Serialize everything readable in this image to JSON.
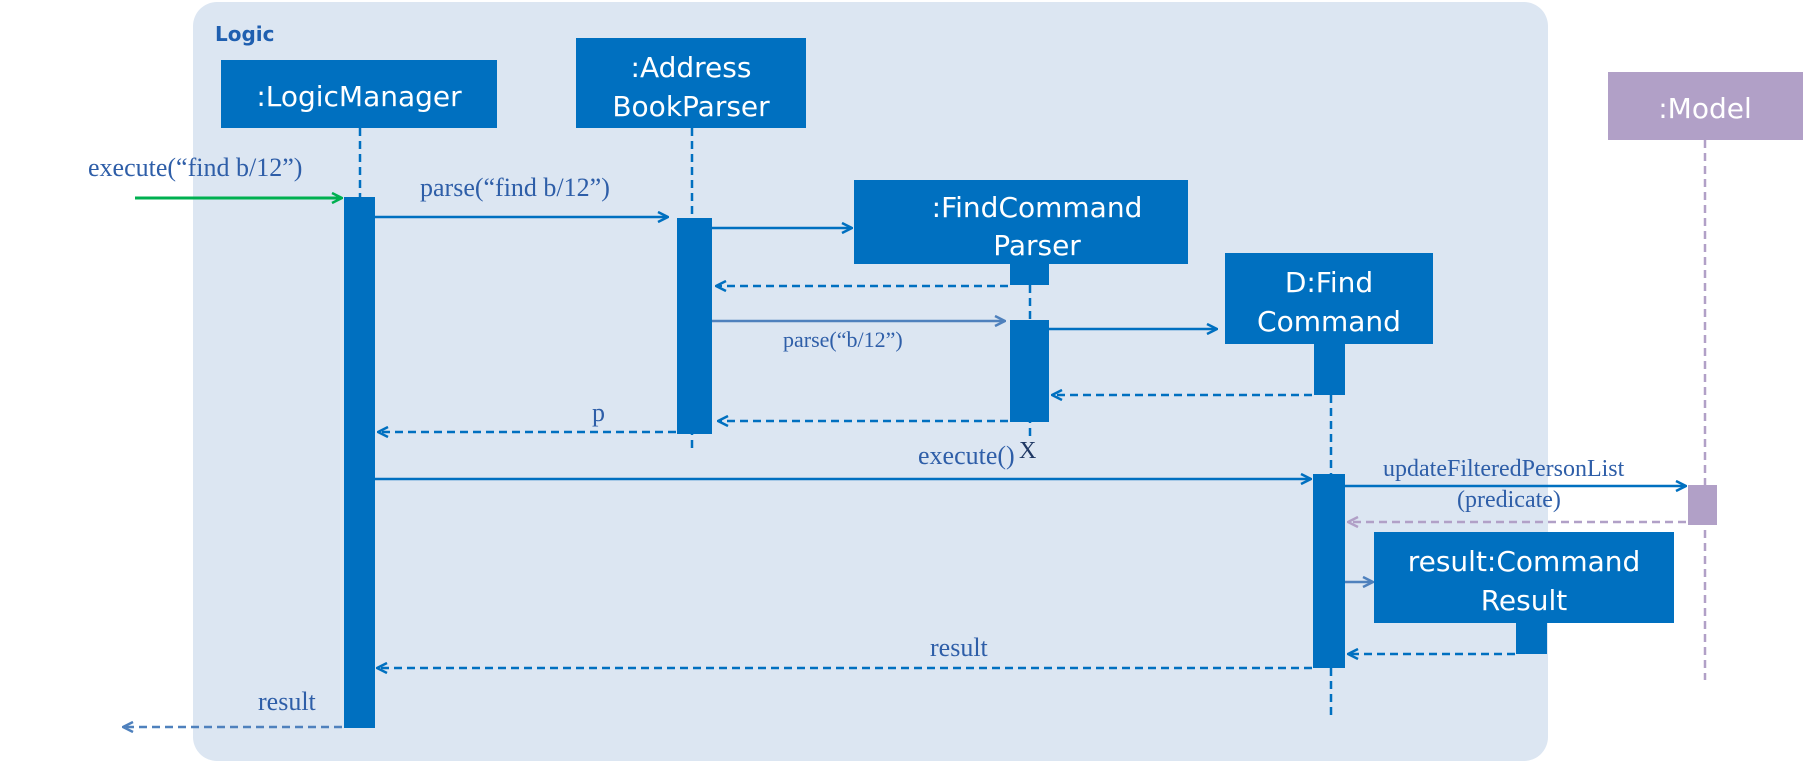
{
  "frame": {
    "title": "Logic"
  },
  "participants": {
    "logic_manager": ":LogicManager",
    "parser_line1": ":Address",
    "parser_line2": "BookParser",
    "find_parser_line1": ":FindCommand",
    "find_parser_line2": "Parser",
    "find_command_line1": "D:Find",
    "find_command_line2": "Command",
    "result_line1": "result:Command",
    "result_line2": "Result",
    "model": ":Model"
  },
  "messages": {
    "execute_call": "execute(“find b/12”)",
    "parse_call": "parse(“find b/12”)",
    "parse_args": "parse(“b/12”)",
    "p_return": "p",
    "execute_cmd": "execute()",
    "destroy_mark": "X",
    "update_line1": "updateFilteredPersonList",
    "update_line2": "(predicate)",
    "result_return": "result",
    "result_final": "result"
  },
  "colors": {
    "frame_bg": "#dce6f2",
    "box": "#0070c0",
    "text_blue": "#2e5ea8",
    "dark_text": "#1f3864",
    "green": "#00b050",
    "model": "#b1a0c7",
    "return_blue": "#4f81bd"
  }
}
